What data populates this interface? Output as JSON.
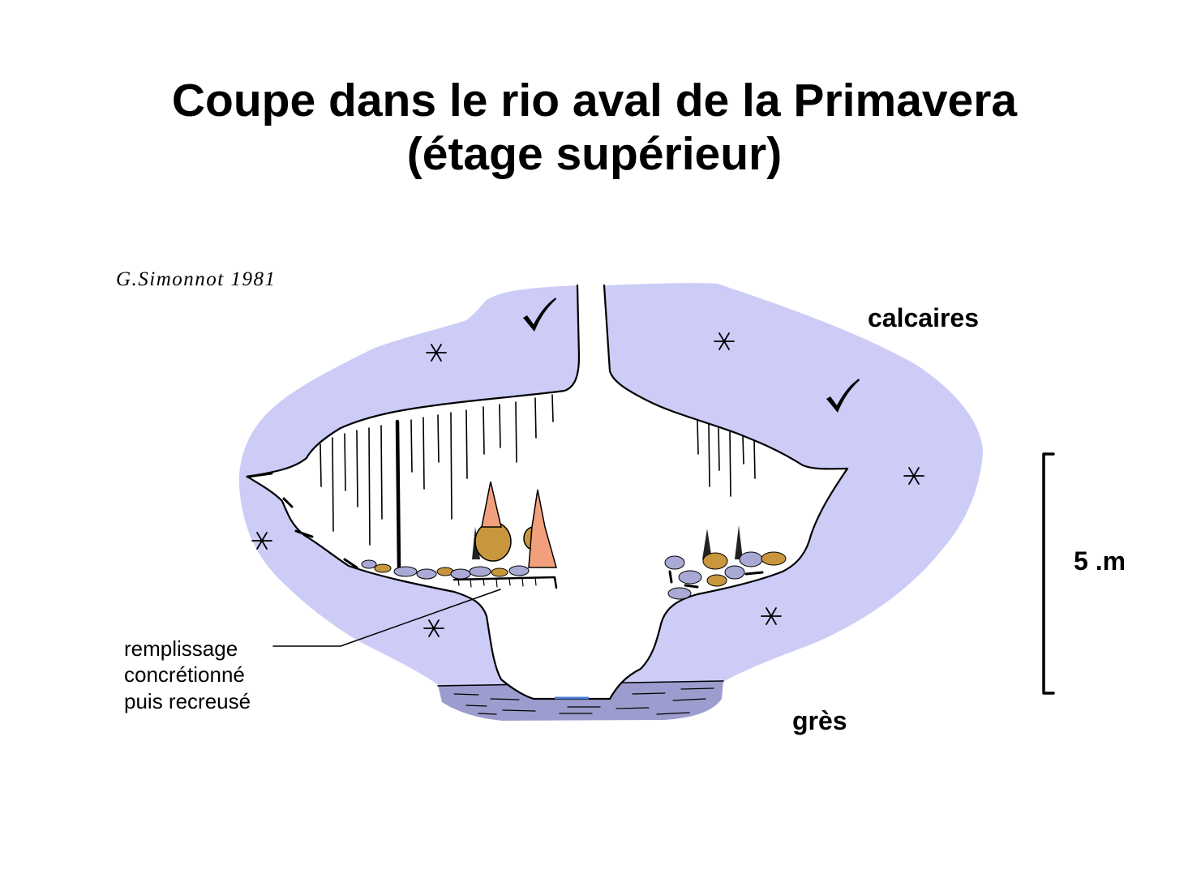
{
  "title": {
    "line1": "Coupe dans le rio aval de la Primavera",
    "line2": "(étage supérieur)"
  },
  "signature": "G.Simonnot 1981",
  "labels": {
    "limestone": "calcaires",
    "sandstone": "grès",
    "scale": "5 .m",
    "fill_note": [
      "remplissage",
      "concrétionné",
      "puis recreusé"
    ]
  },
  "colors": {
    "limestone": "#ccccf7",
    "sandstone": "#9c9cce",
    "cave": "#ffffff",
    "stalagmite_orange": "#f2a07c",
    "concretion_brown": "#c8963c",
    "pebble": "#a9a9d6",
    "water": "#4a7ad0"
  }
}
